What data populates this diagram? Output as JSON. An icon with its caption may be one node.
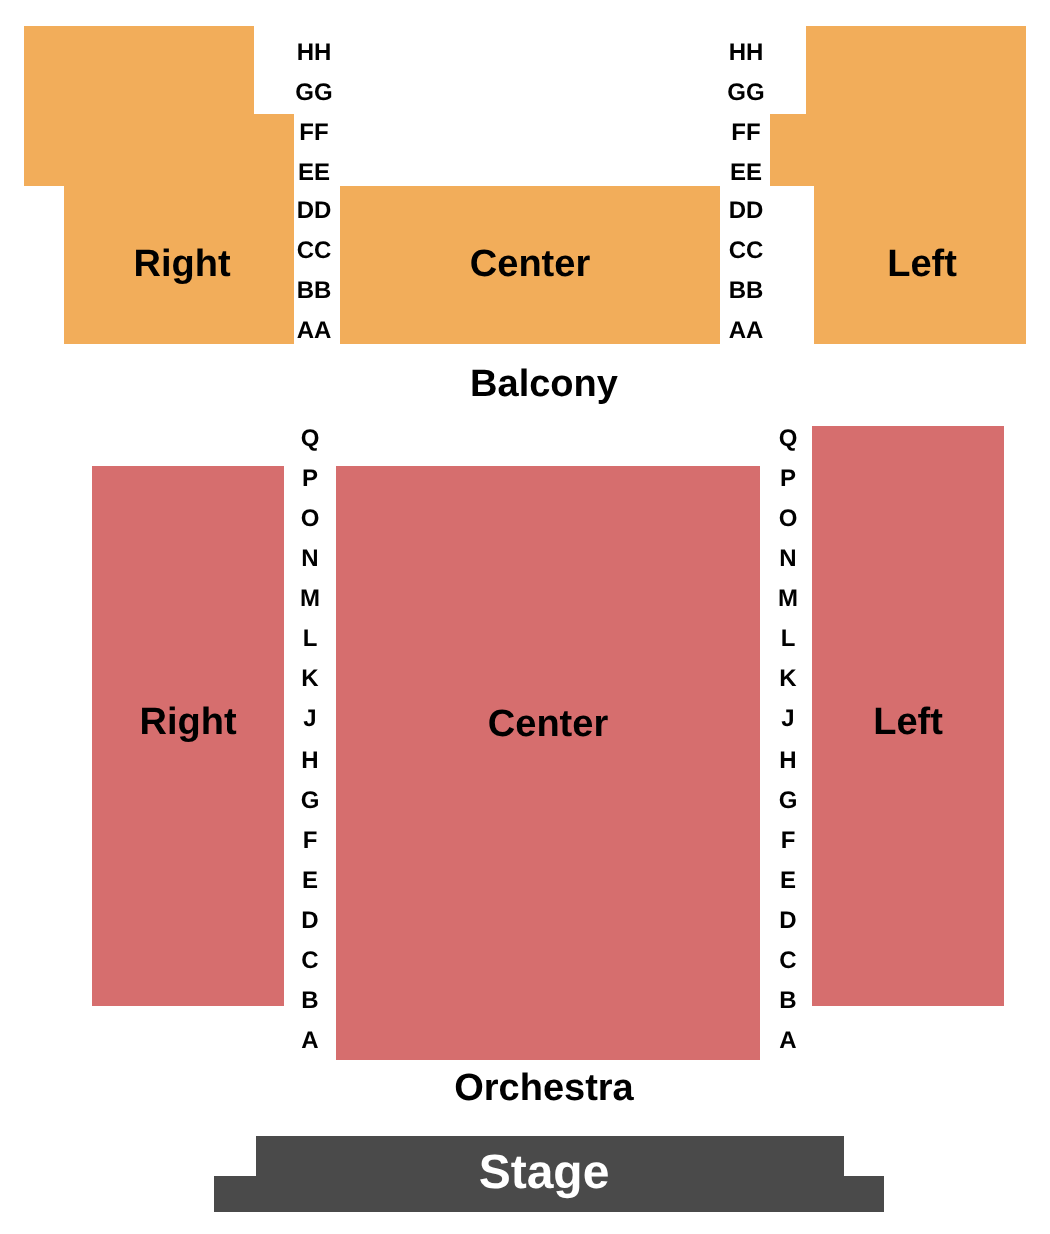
{
  "diagram": {
    "nodes": [
      {
        "text": [
          "Right"
        ]
      },
      {
        "text": [
          "Center"
        ]
      },
      {
        "text": [
          "Left"
        ]
      },
      {
        "text": [
          "Right"
        ]
      },
      {
        "text": [
          "Center"
        ]
      },
      {
        "text": [
          "Left"
        ]
      },
      {
        "text": [
          "Stage"
        ]
      }
    ],
    "labels": [
      "HH",
      "HH",
      "GG",
      "GG",
      "FF",
      "FF",
      "EE",
      "EE",
      "DD",
      "DD",
      "CC",
      "CC",
      "BB",
      "BB",
      "AA",
      "AA",
      "Balcony",
      "Q",
      "Q",
      "P",
      "P",
      "O",
      "O",
      "N",
      "N",
      "M",
      "M",
      "L",
      "L",
      "K",
      "K",
      "J",
      "J",
      "H",
      "H",
      "G",
      "G",
      "F",
      "F",
      "E",
      "E",
      "D",
      "D",
      "C",
      "C",
      "B",
      "B",
      "A",
      "A",
      "Orchestra"
    ]
  }
}
